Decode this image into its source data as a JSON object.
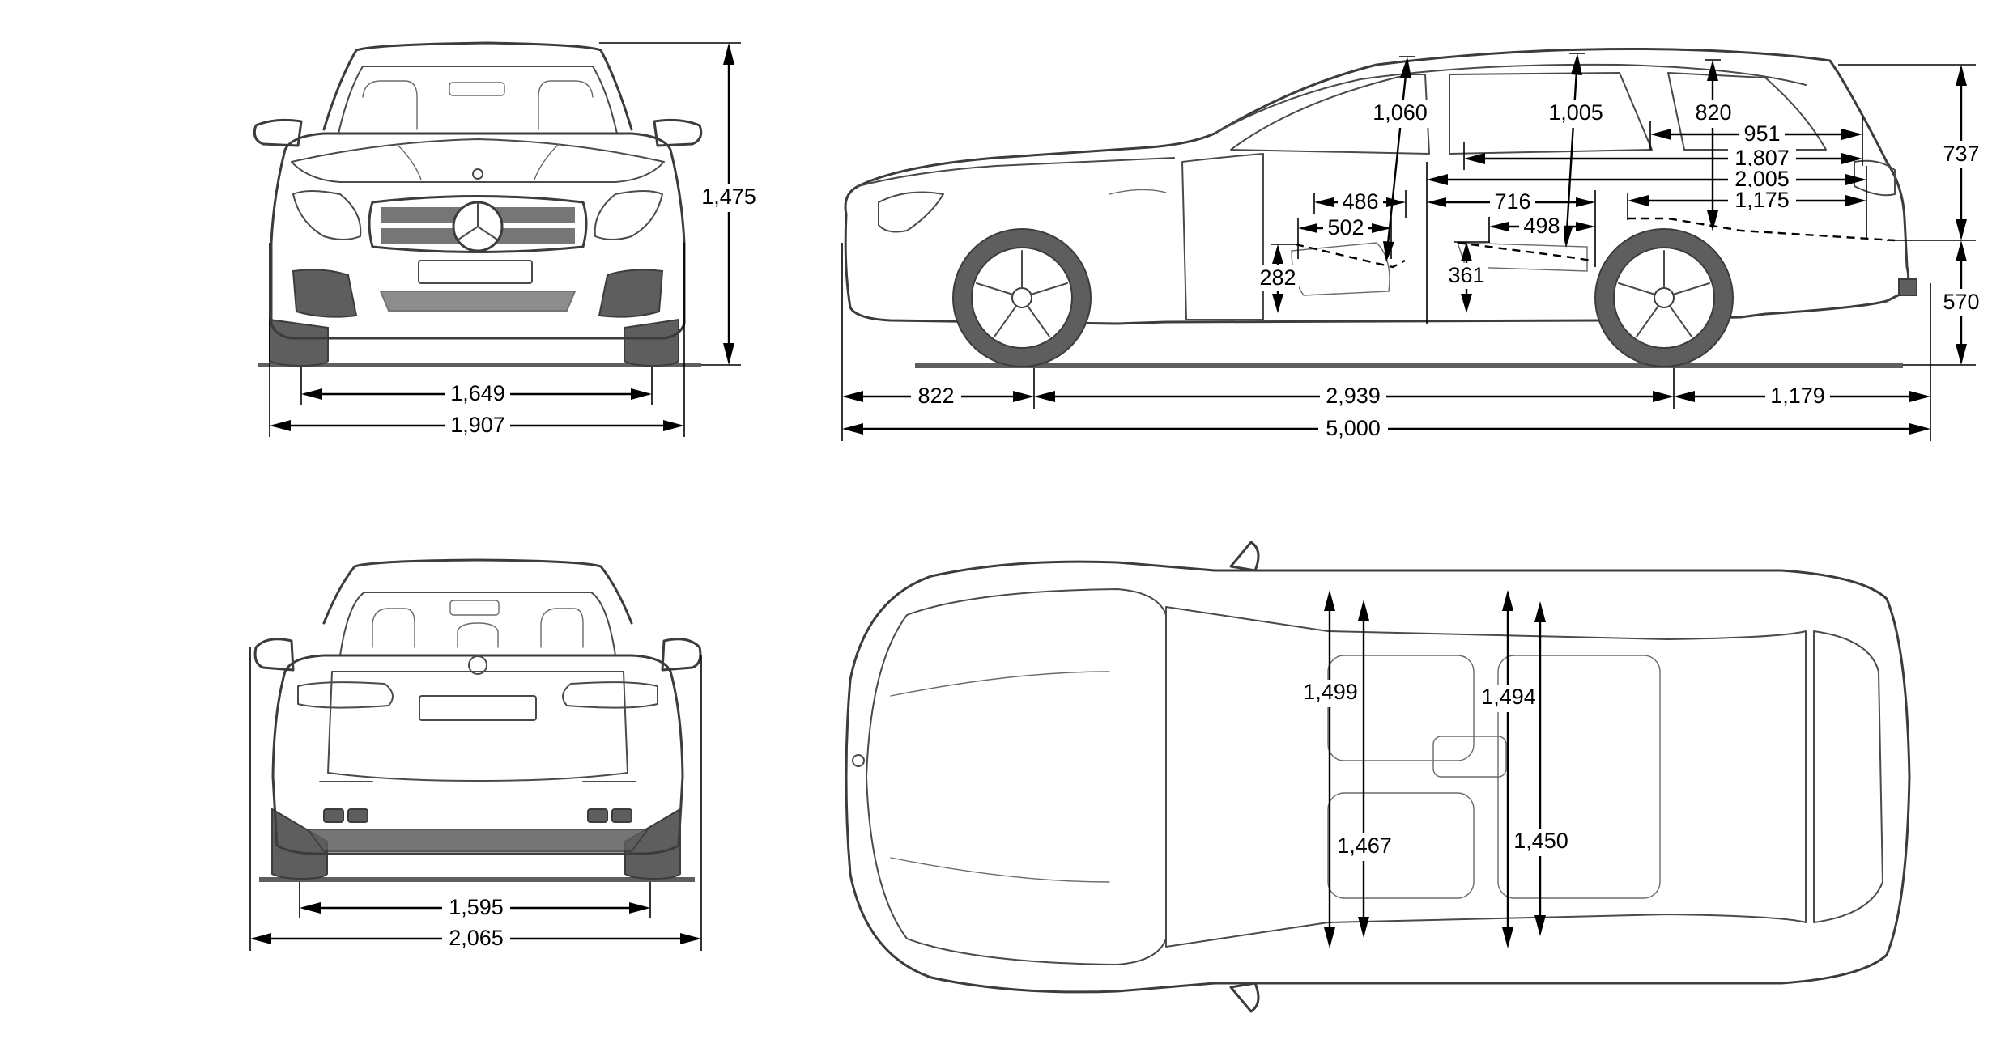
{
  "drawing": {
    "subject": "Estate car dimension drawing",
    "unit": "mm",
    "line_color": "#3c3c3c",
    "fill_color": "#5e5e5e",
    "dimension_color": "#000000",
    "background": "#ffffff"
  },
  "views": {
    "front": {
      "label": "front-view",
      "dimensions": {
        "height": "1,475",
        "track_front": "1,649",
        "width": "1,907"
      }
    },
    "side": {
      "label": "side-view",
      "dimensions": {
        "front_overhang": "822",
        "wheelbase": "2,939",
        "rear_overhang": "1,179",
        "length": "5,000",
        "upper_rear_height": "737",
        "lower_rear_height": "570",
        "front_headroom": "1,060",
        "rear_headroom": "1,005",
        "load_height": "820",
        "load_length_top": "951",
        "load_length_rear_seats_up": "1,807",
        "load_length_max": "2,005",
        "load_length_floor": "1,175",
        "front_seat_depth": "486",
        "front_cushion_length": "502",
        "rear_legroom": "716",
        "rear_cushion_length": "498",
        "front_seat_height": "282",
        "rear_seat_height": "361"
      }
    },
    "rear": {
      "label": "rear-view",
      "dimensions": {
        "track_rear": "1,595",
        "width_mirrors": "2,065"
      }
    },
    "top": {
      "label": "top-view",
      "dimensions": {
        "front_shoulder_width": "1,499",
        "front_elbow_width": "1,467",
        "rear_shoulder_width": "1,494",
        "rear_elbow_width": "1,450"
      }
    }
  }
}
